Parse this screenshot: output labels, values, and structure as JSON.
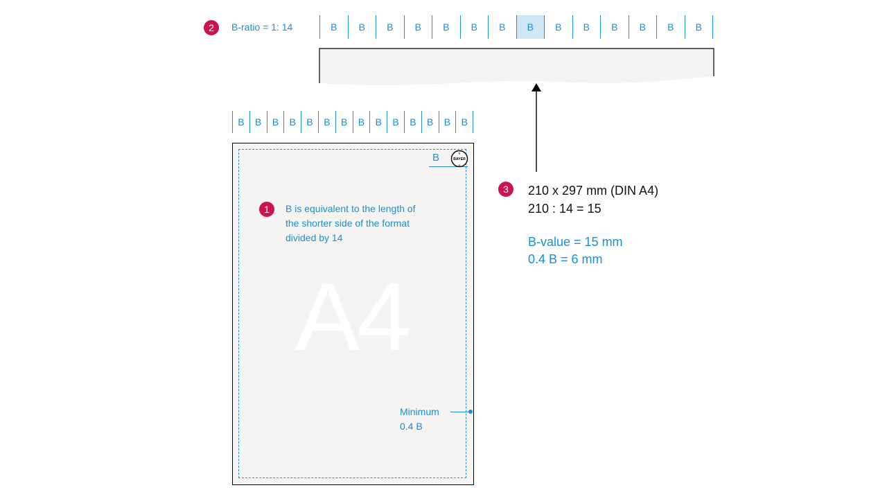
{
  "ratio_section": {
    "badge": "2",
    "label": "B-ratio = 1: 14",
    "ruler_cells": [
      "B",
      "B",
      "B",
      "B",
      "B",
      "B",
      "B",
      "B",
      "B",
      "B",
      "B",
      "B",
      "B",
      "B"
    ],
    "highlight_index": 7
  },
  "doc_ruler_cells": [
    "B",
    "B",
    "B",
    "B",
    "B",
    "B",
    "B",
    "B",
    "B",
    "B",
    "B",
    "B",
    "B",
    "B"
  ],
  "document": {
    "b_label": "B",
    "logo_text": "BAYER",
    "watermark": "A4",
    "note_badge": "1",
    "note_line1": "B is equivalent to the length of",
    "note_line2": "the shorter side of the format",
    "note_line3": "divided by 14",
    "min_line1": "Minimum",
    "min_line2": "0.4 B"
  },
  "calc": {
    "badge": "3",
    "line1": "210 x 297 mm (DIN A4)",
    "line2": "210 : 14 = 15",
    "line3": "B-value =  15 mm",
    "line4": "0.4 B = 6 mm"
  },
  "colors": {
    "accent_blue": "#1b8fd0",
    "badge_red": "#cc1352",
    "highlight": "#cfe8f6",
    "paper": "#f5f4f2"
  }
}
